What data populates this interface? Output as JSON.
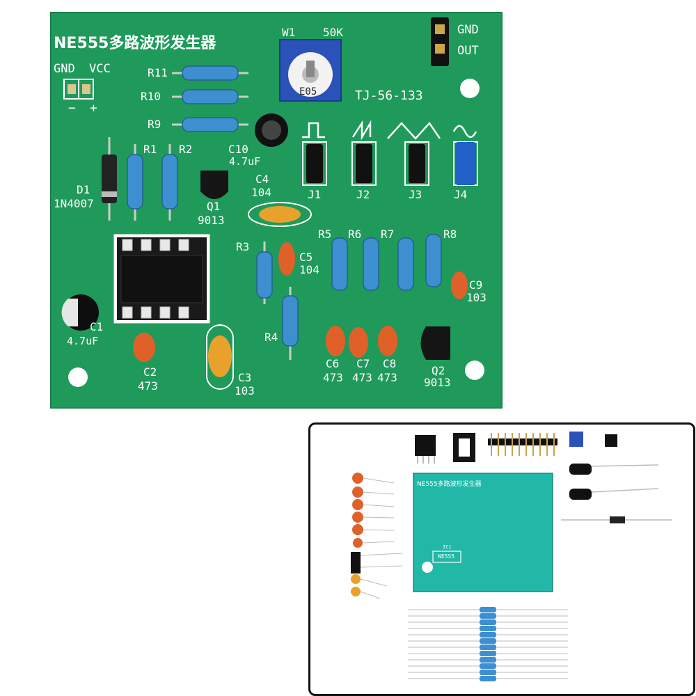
{
  "board": {
    "title": "NE555多路波形发生器",
    "pot": {
      "ref": "W1",
      "value": "50K",
      "marking": "E05"
    },
    "header_out": {
      "gnd": "GND",
      "out": "OUT"
    },
    "power": {
      "gnd": "GND",
      "vcc": "VCC",
      "minus": "−",
      "plus": "+"
    },
    "model": "TJ-56-133",
    "resistors": {
      "r11": "R11",
      "r10": "R10",
      "r9": "R9",
      "r1": "R1",
      "r2": "R2",
      "r3": "R3",
      "r4": "R4",
      "r5": "R5",
      "r6": "R6",
      "r7": "R7",
      "r8": "R8"
    },
    "diode": {
      "ref": "D1",
      "part": "1N4007"
    },
    "q1": {
      "ref": "Q1",
      "part": "9013"
    },
    "q2": {
      "ref": "Q2",
      "part": "9013"
    },
    "c10": {
      "ref": "C10",
      "value": "4.7uF"
    },
    "c4": {
      "ref": "C4",
      "value": "104"
    },
    "c5": {
      "ref": "C5",
      "value": "104"
    },
    "c9": {
      "ref": "C9",
      "value": "103"
    },
    "c1": {
      "ref": "C1",
      "value": "4.7uF"
    },
    "c2": {
      "ref": "C2",
      "value": "473"
    },
    "c3": {
      "ref": "C3",
      "value": "103"
    },
    "c678": {
      "c6": "C6",
      "c7": "C7",
      "c8": "C8",
      "v6": "473",
      "v7": "473",
      "v8": "473"
    },
    "jumpers": [
      "J1",
      "J2",
      "J3",
      "J4"
    ]
  },
  "kit": {
    "pcb_title": "NE555多路波形发生器",
    "pcb_ic_label": "NE555",
    "pcb_ic_ref": "IC1"
  },
  "colors": {
    "pcb_green": "#1f9a5a",
    "pcb_silk": "#ffffff",
    "kit_pcb": "#21b8a8",
    "ceramic_cap": "#e0602a",
    "resistor_blue": "#3d8fd0"
  }
}
